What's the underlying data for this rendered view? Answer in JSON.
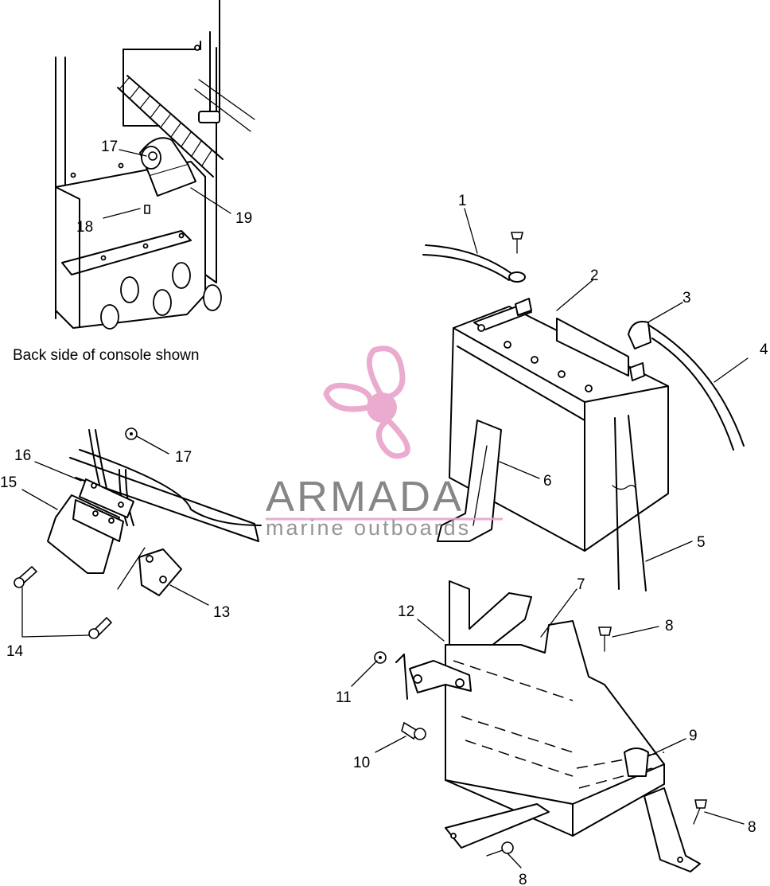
{
  "caption": "Back side of console shown",
  "callouts": {
    "c1": "1",
    "c2": "2",
    "c3": "3",
    "c4": "4",
    "c5": "5",
    "c6": "6",
    "c7": "7",
    "c8a": "8",
    "c8b": "8",
    "c8c": "8",
    "c9": "9",
    "c10": "10",
    "c11": "11",
    "c12": "12",
    "c13": "13",
    "c14": "14",
    "c15": "15",
    "c16": "16",
    "c17a": "17",
    "c17b": "17",
    "c18": "18",
    "c19": "19"
  },
  "watermark": {
    "brand": "ARMADA",
    "tagline": "marine outboards",
    "logo_color": "#e8a3c9",
    "text_color": "#7a7a7a"
  }
}
